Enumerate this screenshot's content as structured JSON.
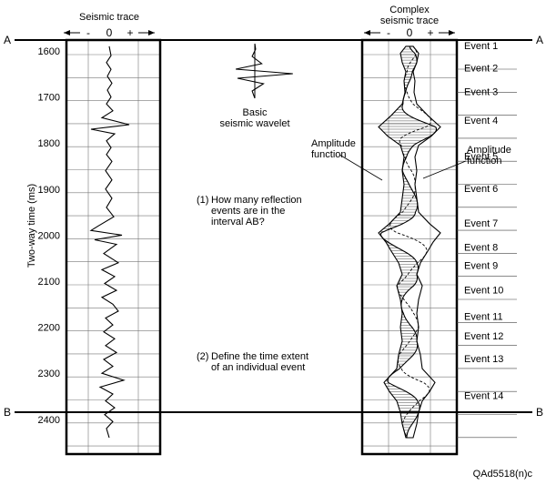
{
  "left_panel": {
    "title": "Seismic trace",
    "polarity": {
      "minus": "-",
      "zero": "0",
      "plus": "+"
    }
  },
  "right_panel": {
    "title_line1": "Complex",
    "title_line2": "seismic trace",
    "polarity": {
      "minus": "-",
      "zero": "0",
      "plus": "+"
    }
  },
  "markers": {
    "a": "A",
    "b": "B"
  },
  "y_axis": {
    "label": "Two-way time (ms)",
    "ticks": [
      "1600",
      "1700",
      "1800",
      "1900",
      "2000",
      "2100",
      "2200",
      "2300",
      "2400"
    ]
  },
  "wavelet": {
    "label_line1": "Basic",
    "label_line2": "seismic wavelet"
  },
  "annotations": {
    "amplitude_left_1": "Amplitude",
    "amplitude_left_2": "function",
    "amplitude_right_1": "Amplitude",
    "amplitude_right_2": "function"
  },
  "questions": {
    "q1_number": "(1)",
    "q1_lines": [
      "How many reflection",
      "events are in the",
      "interval AB?"
    ],
    "q2_number": "(2)",
    "q2_lines": [
      "Define the time extent",
      "of an individual event"
    ]
  },
  "events": [
    "Event 1",
    "Event 2",
    "Event 3",
    "Event 4",
    "Event 5",
    "Event 6",
    "Event 7",
    "Event 8",
    "Event 9",
    "Event 10",
    "Event 11",
    "Event 12",
    "Event 13",
    "Event 14"
  ],
  "credit": "QAd5518(n)c",
  "colors": {
    "ink": "#000000",
    "grid": "#555555",
    "background": "#ffffff"
  }
}
